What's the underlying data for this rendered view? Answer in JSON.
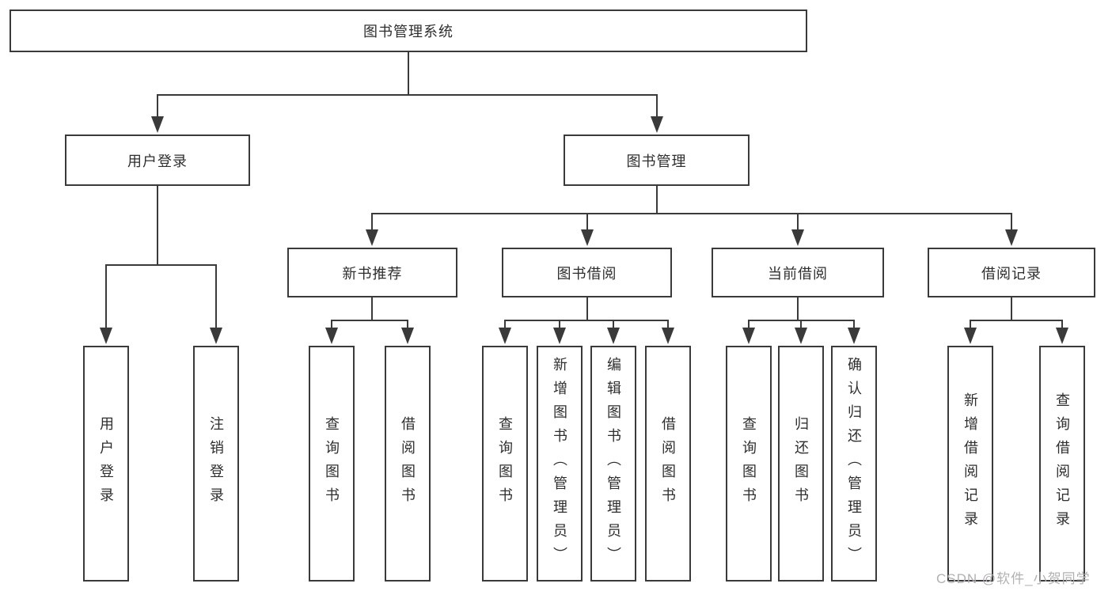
{
  "diagram": {
    "root": {
      "label": "图书管理系统"
    },
    "level2": [
      {
        "label": "用户登录"
      },
      {
        "label": "图书管理"
      }
    ],
    "level3": [
      {
        "label": "新书推荐"
      },
      {
        "label": "图书借阅"
      },
      {
        "label": "当前借阅"
      },
      {
        "label": "借阅记录"
      }
    ],
    "leaves": {
      "login": [
        "用户登录",
        "注销登录"
      ],
      "recommend": [
        "查询图书",
        "借阅图书"
      ],
      "borrow": [
        "查询图书",
        "新增图书（管理员）",
        "编辑图书（管理员）",
        "借阅图书"
      ],
      "current": [
        "查询图书",
        "归还图书",
        "确认归还（管理员）"
      ],
      "records": [
        "新增借阅记录",
        "查询借阅记录"
      ]
    }
  },
  "watermark": {
    "text": "CSDN @软件_小贺同学"
  },
  "colors": {
    "line": "#3a3a3a",
    "text": "#2e2e2e",
    "watermark": "#b3b0b3",
    "background": "#ffffff"
  }
}
